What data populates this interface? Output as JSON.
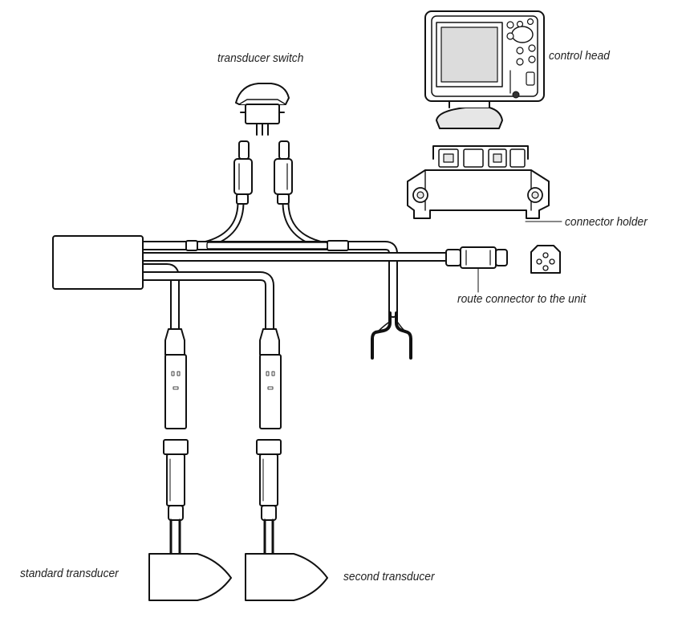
{
  "labels": {
    "transducer_switch": "transducer switch",
    "control_head": "control head",
    "connector_holder": "connector holder",
    "route_connector": "route connector to the unit",
    "standard_transducer": "standard transducer",
    "second_transducer": "second transducer"
  },
  "colors": {
    "line": "#111111",
    "fill": "#ffffff",
    "gray": "#d9d9d9"
  }
}
